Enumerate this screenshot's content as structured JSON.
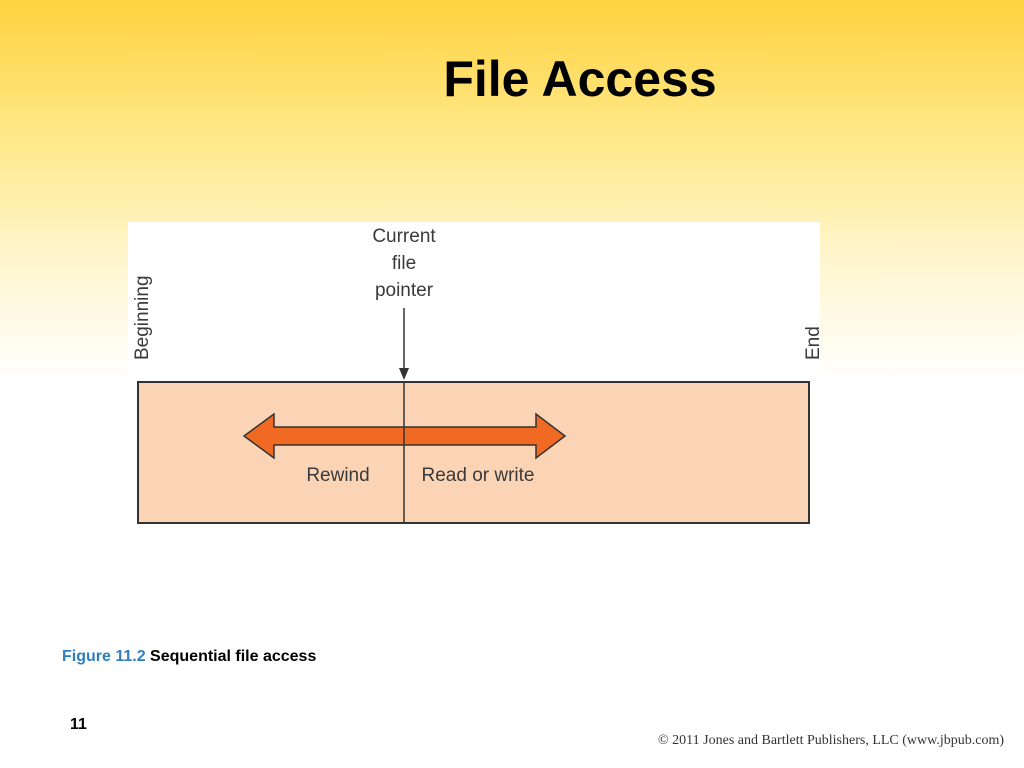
{
  "slide": {
    "title": "File Access",
    "page_number": "11",
    "copyright": "© 2011 Jones and Bartlett Publishers, LLC (www.jbpub.com)"
  },
  "figure": {
    "caption_number": "Figure 11.2",
    "caption_text": "Sequential file access",
    "labels": {
      "beginning": "Beginning",
      "end": "End",
      "pointer_line1": "Current",
      "pointer_line2": "file",
      "pointer_line3": "pointer",
      "rewind": "Rewind",
      "read_write": "Read or write"
    },
    "colors": {
      "file_fill": "#fbd4b6",
      "arrow_fill": "#f06a24",
      "stroke": "#333333"
    }
  }
}
